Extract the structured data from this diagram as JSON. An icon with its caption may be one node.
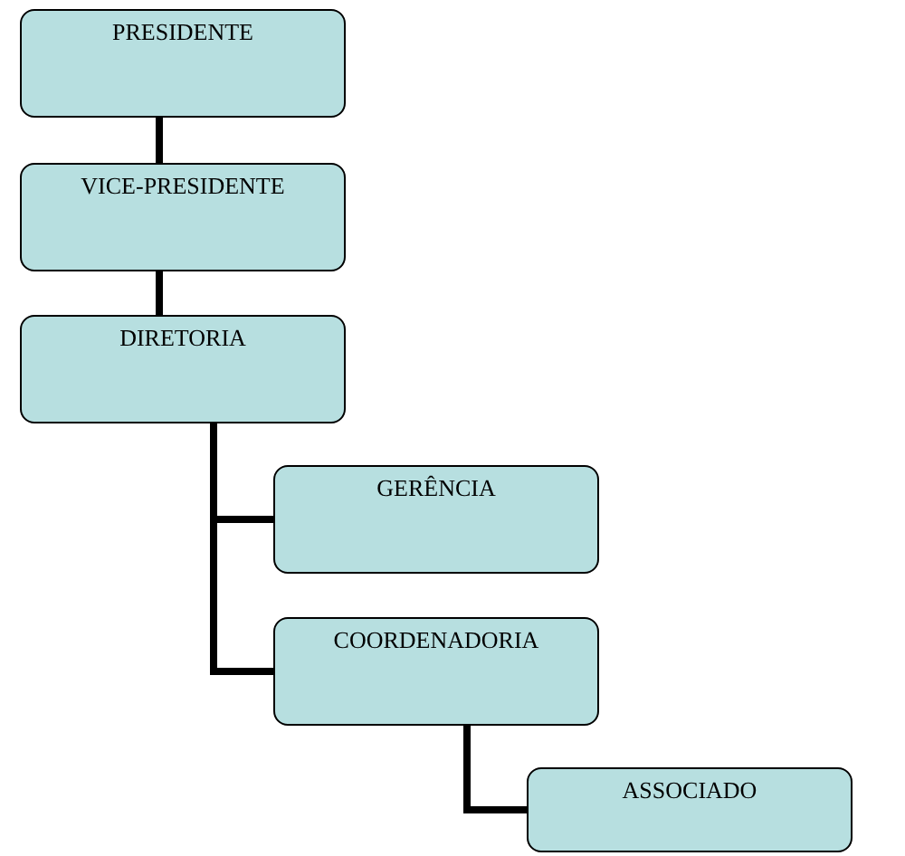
{
  "diagram": {
    "nodes": [
      {
        "text": [
          "PRESIDENTE"
        ]
      },
      {
        "text": [
          "VICE-PRESIDENTE"
        ]
      },
      {
        "text": [
          "DIRETORIA"
        ]
      },
      {
        "text": [
          "GERÊNCIA"
        ]
      },
      {
        "text": [
          "COORDENADORIA"
        ]
      },
      {
        "text": [
          "ASSOCIADO"
        ]
      }
    ],
    "edges": [
      {
        "from": 0,
        "to": 1,
        "arrow": "none"
      },
      {
        "from": 1,
        "to": 2,
        "arrow": "none"
      },
      {
        "from": 2,
        "to": 3,
        "arrow": "none"
      },
      {
        "from": 2,
        "to": 4,
        "arrow": "none"
      },
      {
        "from": 4,
        "to": 5,
        "arrow": "none"
      }
    ]
  }
}
